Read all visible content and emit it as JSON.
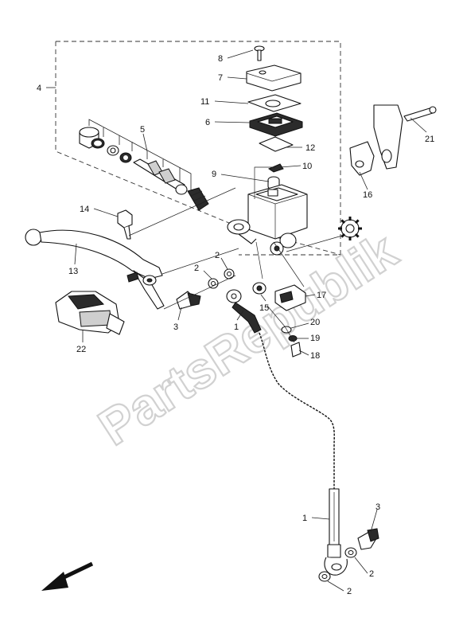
{
  "callouts": [
    {
      "id": "c8",
      "label": "8"
    },
    {
      "id": "c7",
      "label": "7"
    },
    {
      "id": "c4",
      "label": "4"
    },
    {
      "id": "c11",
      "label": "11"
    },
    {
      "id": "c6",
      "label": "6"
    },
    {
      "id": "c5",
      "label": "5"
    },
    {
      "id": "c12",
      "label": "12"
    },
    {
      "id": "c21",
      "label": "21"
    },
    {
      "id": "c10",
      "label": "10"
    },
    {
      "id": "c9",
      "label": "9"
    },
    {
      "id": "c16",
      "label": "16"
    },
    {
      "id": "c14",
      "label": "14"
    },
    {
      "id": "c13",
      "label": "13"
    },
    {
      "id": "c2a",
      "label": "2"
    },
    {
      "id": "c2b",
      "label": "2"
    },
    {
      "id": "c17",
      "label": "17"
    },
    {
      "id": "c15",
      "label": "15"
    },
    {
      "id": "c3a",
      "label": "3"
    },
    {
      "id": "c1a",
      "label": "1"
    },
    {
      "id": "c20",
      "label": "20"
    },
    {
      "id": "c19",
      "label": "19"
    },
    {
      "id": "c18",
      "label": "18"
    },
    {
      "id": "c22",
      "label": "22"
    },
    {
      "id": "c1b",
      "label": "1"
    },
    {
      "id": "c3b",
      "label": "3"
    },
    {
      "id": "c2c",
      "label": "2"
    },
    {
      "id": "c2d",
      "label": "2"
    }
  ],
  "watermark": "PartsRepublik",
  "icons": {
    "gear": "gear-icon",
    "arrow": "front-direction-arrow-icon"
  }
}
